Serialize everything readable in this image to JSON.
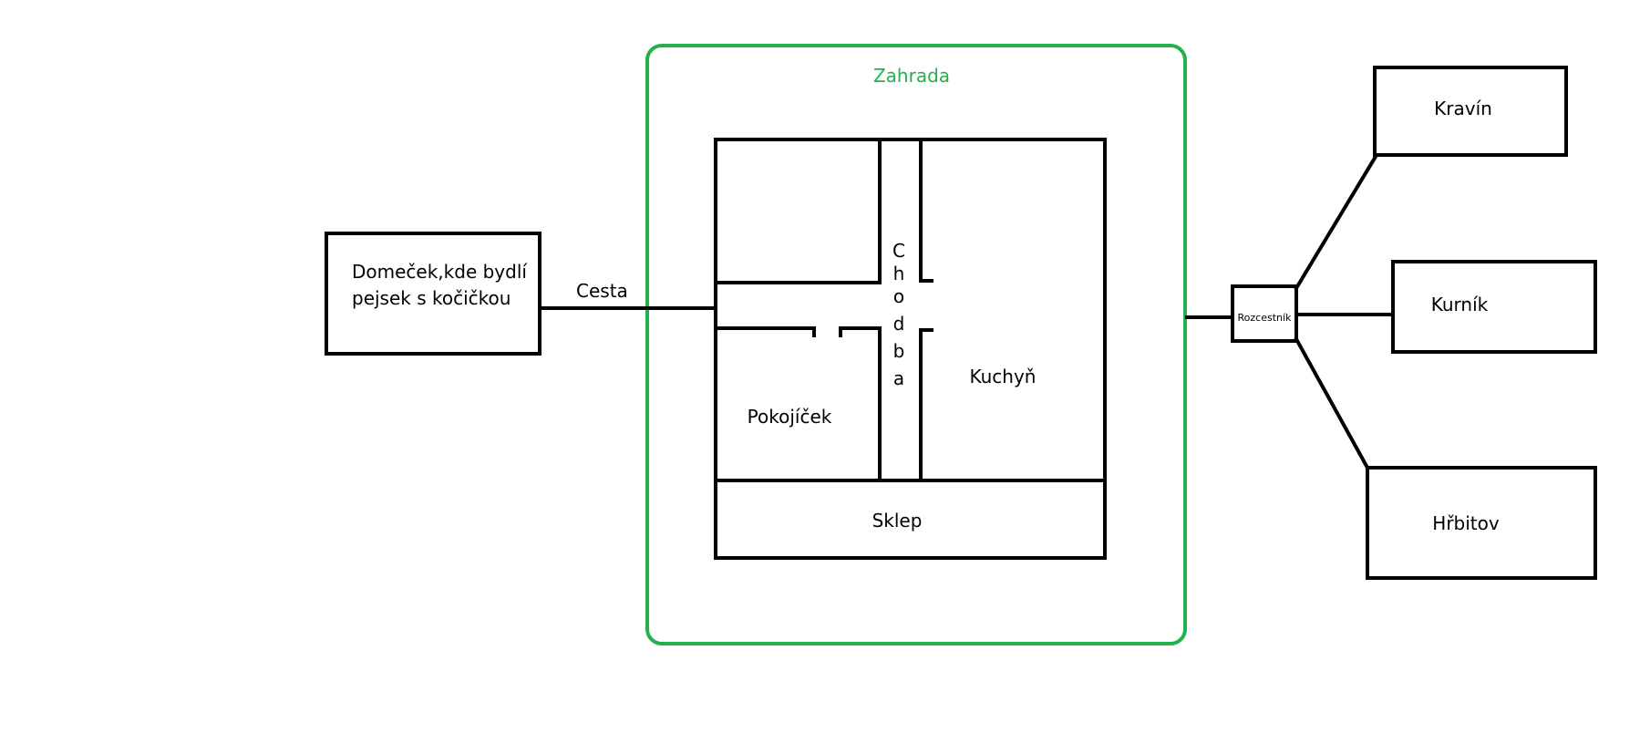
{
  "colors": {
    "line": "#000000",
    "garden": "#22b14c",
    "background": "#ffffff"
  },
  "garden": {
    "label": "Zahrada"
  },
  "house_left": {
    "line1": "Domeček,kde bydlí",
    "line2": "pejsek s kočičkou"
  },
  "road": {
    "label": "Cesta"
  },
  "rooms": {
    "corridor_letters": [
      "C",
      "h",
      "o",
      "d",
      "b",
      "a"
    ],
    "bedroom": "Pokojíček",
    "kitchen": "Kuchyň",
    "cellar": "Sklep"
  },
  "crossroads": {
    "label": "Rozcestník"
  },
  "destinations": {
    "cowshed": "Kravín",
    "henhouse": "Kurník",
    "cemetery": "Hřbitov"
  }
}
